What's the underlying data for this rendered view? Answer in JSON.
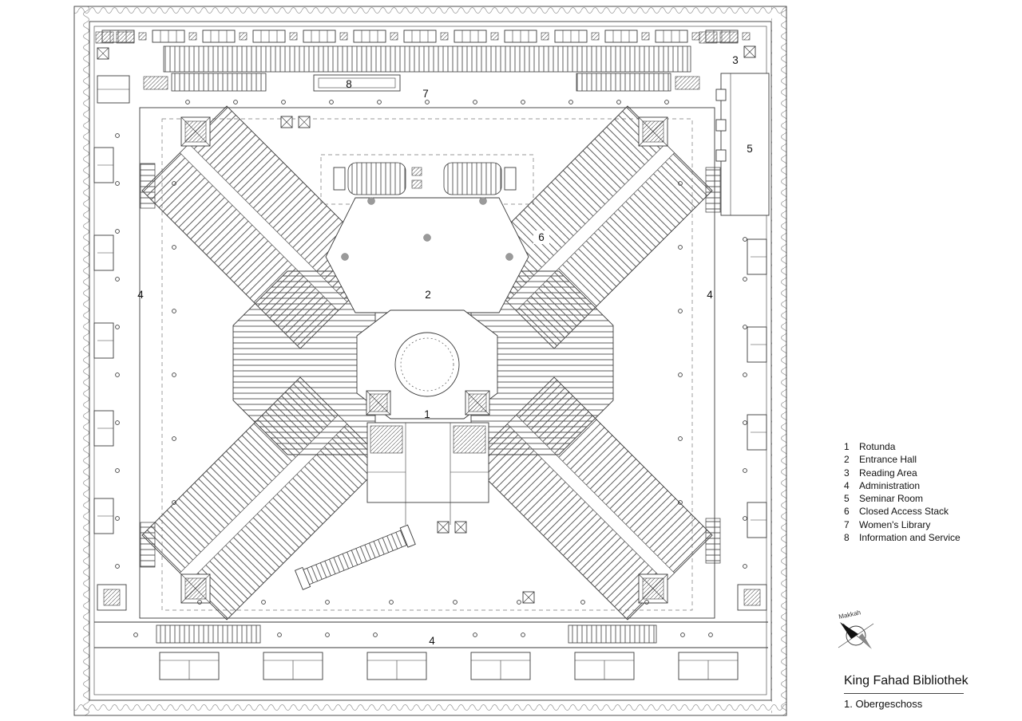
{
  "drawing": {
    "type": "architectural floor plan"
  },
  "legend": {
    "items": [
      {
        "number": "1",
        "label": "Rotunda"
      },
      {
        "number": "2",
        "label": "Entrance Hall"
      },
      {
        "number": "3",
        "label": "Reading Area"
      },
      {
        "number": "4",
        "label": "Administration"
      },
      {
        "number": "5",
        "label": "Seminar Room"
      },
      {
        "number": "6",
        "label": "Closed Access Stack"
      },
      {
        "number": "7",
        "label": "Women's Library"
      },
      {
        "number": "8",
        "label": "Information and Service"
      }
    ]
  },
  "plan": {
    "labels": [
      {
        "number": "8"
      },
      {
        "number": "7"
      },
      {
        "number": "3"
      },
      {
        "number": "5"
      },
      {
        "number": "6"
      },
      {
        "number": "2"
      },
      {
        "number": "4"
      },
      {
        "number": "4"
      },
      {
        "number": "1"
      },
      {
        "number": "4"
      }
    ]
  },
  "compass": {
    "label": "Makkah"
  },
  "title_block": {
    "title": "King Fahad Bibliothek",
    "subtitle": "1. Obergeschoss"
  },
  "colors": {
    "line": "#3a3a3a",
    "background": "#ffffff"
  }
}
